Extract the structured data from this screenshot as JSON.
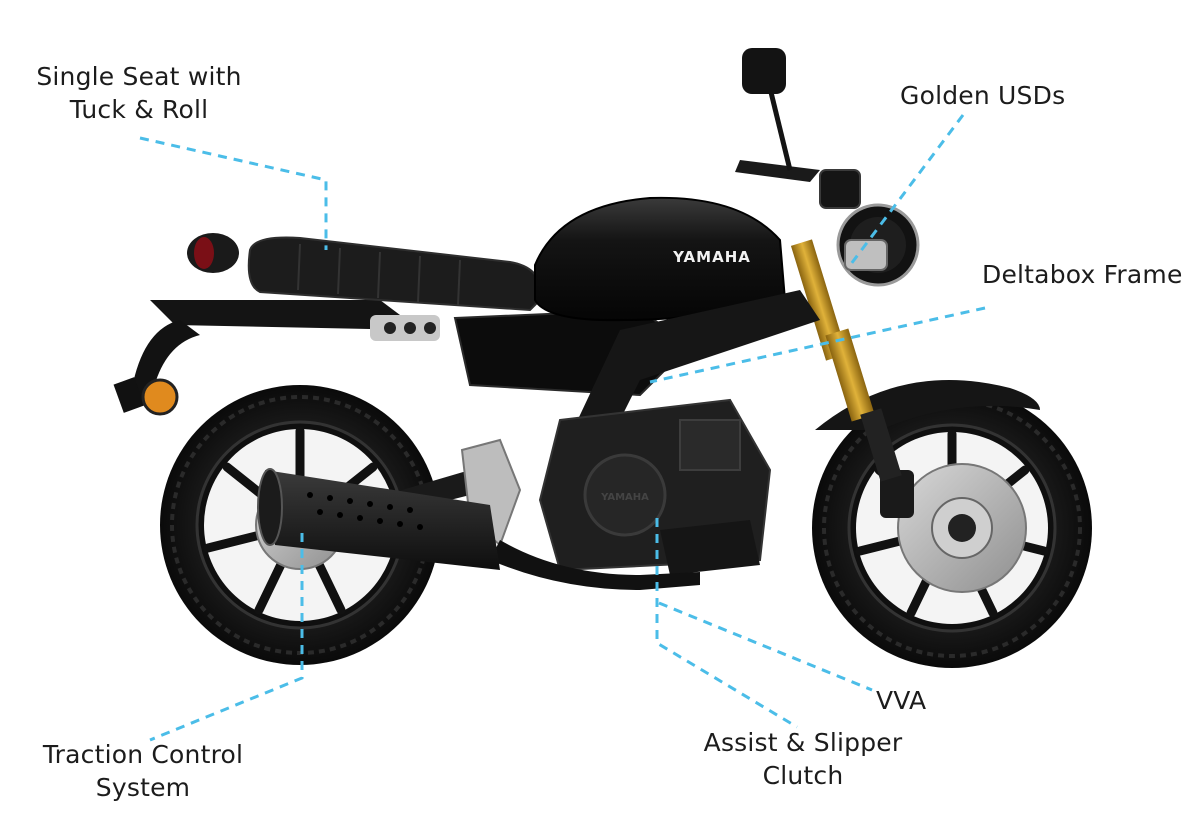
{
  "callouts": {
    "seat": {
      "lines": [
        "Single Seat with",
        "Tuck & Roll"
      ]
    },
    "usd": {
      "lines": [
        "Golden USDs"
      ]
    },
    "frame": {
      "lines": [
        "Deltabox Frame"
      ]
    },
    "vva": {
      "lines": [
        "VVA"
      ]
    },
    "clutch": {
      "lines": [
        "Assist & Slipper",
        "Clutch"
      ]
    },
    "traction": {
      "lines": [
        "Traction Control",
        "System"
      ]
    }
  },
  "bike": {
    "brand_tank": "YAMAHA",
    "brand_engine": "YAMAHA",
    "body_color": "#111111",
    "fork_color": "#c9961c",
    "callout_color": "#4bbde8"
  }
}
